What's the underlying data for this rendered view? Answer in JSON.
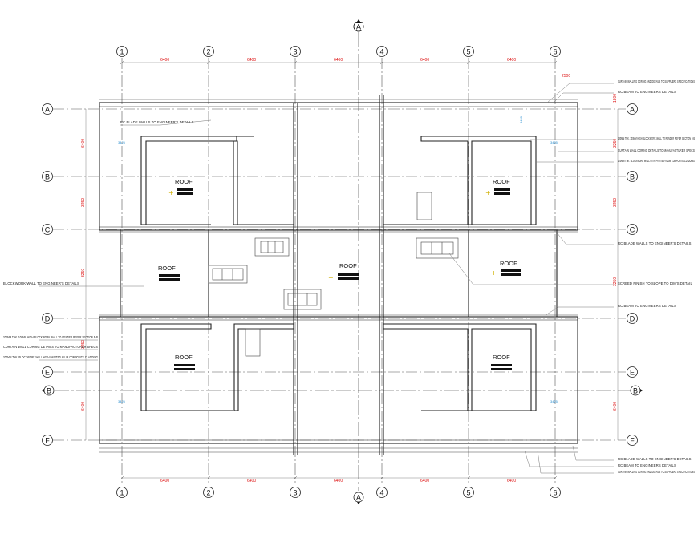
{
  "grid": {
    "columns": [
      "1",
      "2",
      "3",
      "4",
      "5",
      "6"
    ],
    "rows": [
      "A",
      "B",
      "C",
      "D",
      "E",
      "F"
    ],
    "section_marks": [
      "A",
      "B"
    ]
  },
  "dimensions": {
    "horizontal_top": [
      "6400",
      "6400",
      "6400",
      "6400",
      "6400"
    ],
    "horizontal_bottom": [
      "6400",
      "6400",
      "6400",
      "6400",
      "6400"
    ],
    "top_right_small": "2500",
    "vertical_left": [
      "6400",
      "3250",
      "3250",
      "3250",
      "6400"
    ],
    "vertical_right": [
      "1800",
      "3250",
      "3250",
      "3250",
      "6400"
    ]
  },
  "rooms": [
    {
      "label": "ROOF",
      "id": "roof-nw"
    },
    {
      "label": "ROOF",
      "id": "roof-ne"
    },
    {
      "label": "ROOF",
      "id": "roof-w"
    },
    {
      "label": "ROOF",
      "id": "roof-c"
    },
    {
      "label": "ROOF",
      "id": "roof-e"
    },
    {
      "label": "ROOF",
      "id": "roof-sw"
    },
    {
      "label": "ROOF",
      "id": "roof-se"
    }
  ],
  "level_tags": [
    "3425",
    "3425",
    "3450",
    "3425",
    "3425"
  ],
  "annotations": {
    "right": [
      "CURTAIN WALLING CORING AND DETAILS TO SUPPLIERS SPECIFICATIONS",
      "RC BEAM TO ENGINEERS DETAILS",
      "200MM THK. 100MM HIGH BLOCKWORK WALL TO RENDER REFER SECTION B-B",
      "CURTAIN WALL CORING DETAILS TO MANUFACTURER SPECS",
      "200MM THK. BLOCKWORK WALL WITH PAINTED ALUM COMPOSITE CLADDING",
      "RC BLADE WALLS TO ENGINEER'S DETAILS",
      "SCREED FINISH TO SLOPE TO DIM'S DETAIL",
      "RC BEAM TO ENGINEERS DETAILS"
    ],
    "right_bottom": [
      "RC BLADE WALLS TO ENGINEER'S DETAILS",
      "RC BEAM TO ENGINEERS DETAILS",
      "CURTAIN WALLING CORING AND DETAILS TO SUPPLIERS SPECIFICATIONS"
    ],
    "left_top": "RC BLADE WALLS TO ENGINEER'S DETAILS",
    "left_mid": "BLOCKWORK WALL TO ENGINEER'S DETAILS",
    "left_bottom": [
      "200MM THK. 100MM HIGH BLOCKWORK WALL TO RENDER REFER SECTION B-B",
      "CURTAIN WALL CORING DETAILS TO MANUFACTURER SPECS",
      "200MM THK. BLOCKWORK WALL WITH PAINTED ALUM COMPOSITE CLADDING"
    ]
  }
}
